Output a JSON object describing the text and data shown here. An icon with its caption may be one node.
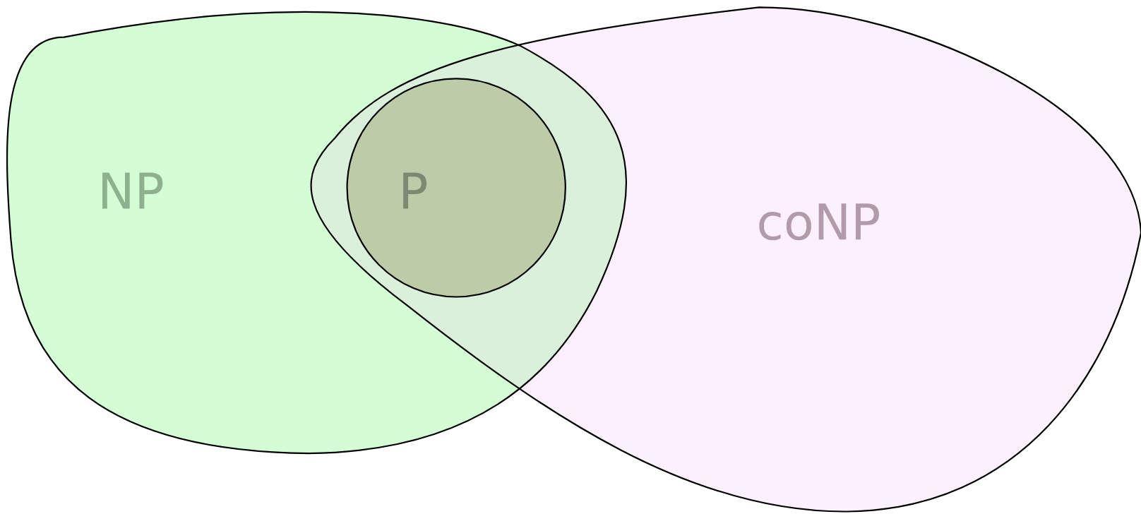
{
  "diagram": {
    "nodes": [
      {
        "text": [
          "NP"
        ]
      },
      {
        "text": [
          "P"
        ]
      },
      {
        "text": [
          "coNP"
        ]
      }
    ]
  }
}
